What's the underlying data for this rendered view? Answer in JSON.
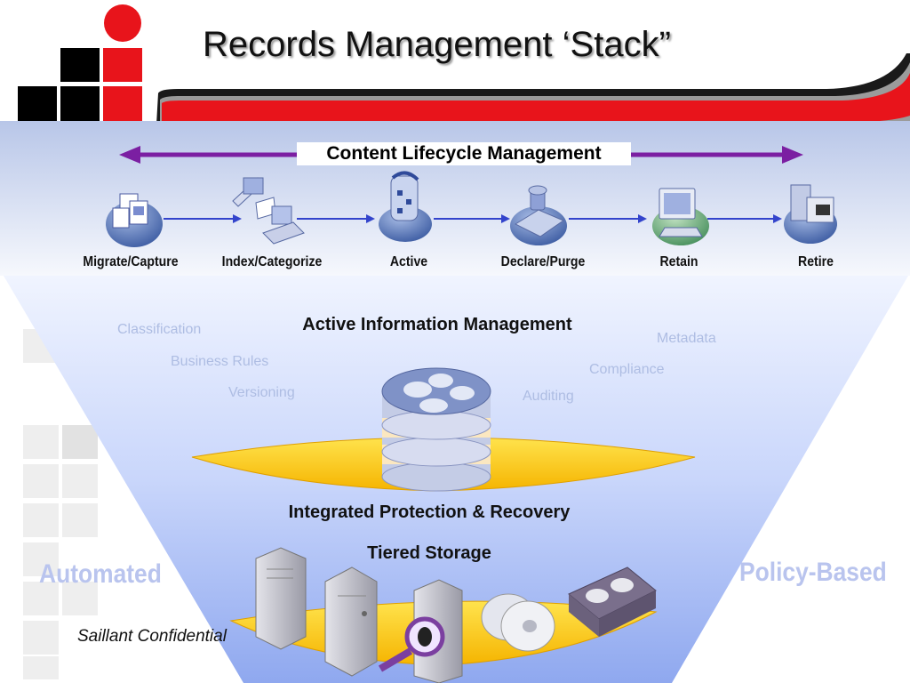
{
  "title": "Records Management ‘Stack”",
  "lifecycle": {
    "heading": "Content Lifecycle Management",
    "stages": [
      {
        "label": "Migrate/Capture",
        "icon": "document-stack-icon"
      },
      {
        "label": "Index/Categorize",
        "icon": "indexing-computer-icon"
      },
      {
        "label": "Active",
        "icon": "active-workflow-icon"
      },
      {
        "label": "Declare/Purge",
        "icon": "approved-stamp-icon"
      },
      {
        "label": "Retain",
        "icon": "retention-workstation-icon"
      },
      {
        "label": "Retire",
        "icon": "archive-server-icon"
      }
    ]
  },
  "active_information": {
    "heading": "Active Information Management",
    "tags": [
      "Classification",
      "Business Rules",
      "Versioning",
      "Metadata",
      "Compliance",
      "Auditing"
    ]
  },
  "protection": {
    "heading": "Integrated Protection & Recovery"
  },
  "storage": {
    "heading": "Tiered Storage"
  },
  "side_labels": {
    "left": "Automated",
    "right": "Policy-Based"
  },
  "footer": {
    "confidential": "Saillant Confidential"
  },
  "colors": {
    "lifecycle_arrow": "#7b1fa2",
    "stage_connector": "#3344cc",
    "header_red": "#e8141b",
    "disc_gold": "#ffd200",
    "faded_text": "#aebde3"
  }
}
